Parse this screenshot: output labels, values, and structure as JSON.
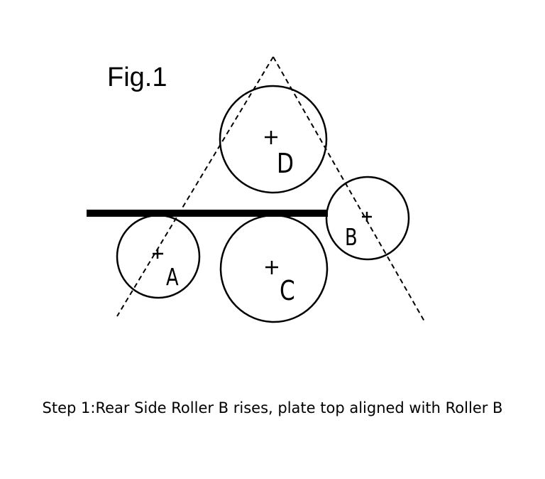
{
  "figure": {
    "title": "Fig.1"
  },
  "rollers": {
    "a": {
      "label": "A"
    },
    "b": {
      "label": "B"
    },
    "c": {
      "label": "C"
    },
    "d": {
      "label": "D"
    }
  },
  "caption": "Step 1:Rear Side Roller B rises, plate top aligned with Roller B",
  "colors": {
    "stroke": "#000000",
    "background": "#ffffff"
  }
}
